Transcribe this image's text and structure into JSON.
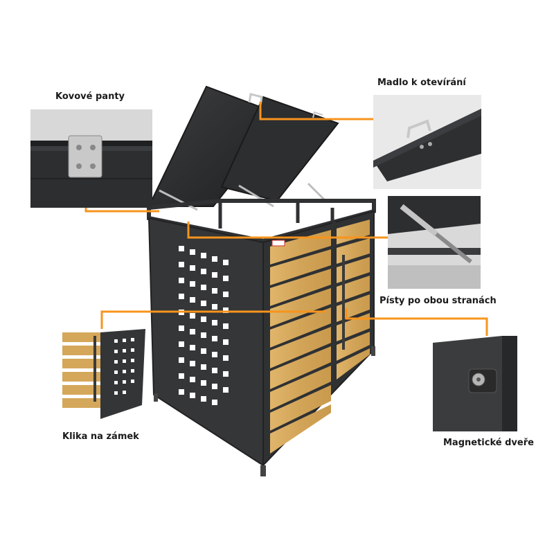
{
  "labels": {
    "hinges": "Kovové panty",
    "handle": "Madlo k otevírání",
    "pistons": "Písty po obou stranách",
    "lock_handle": "Klika na zámek",
    "magnetic_door": "Magnetické dveře"
  },
  "colors": {
    "callout_line": "#f7941d",
    "frame": "#2f3133",
    "wood": "#d4a75a"
  }
}
